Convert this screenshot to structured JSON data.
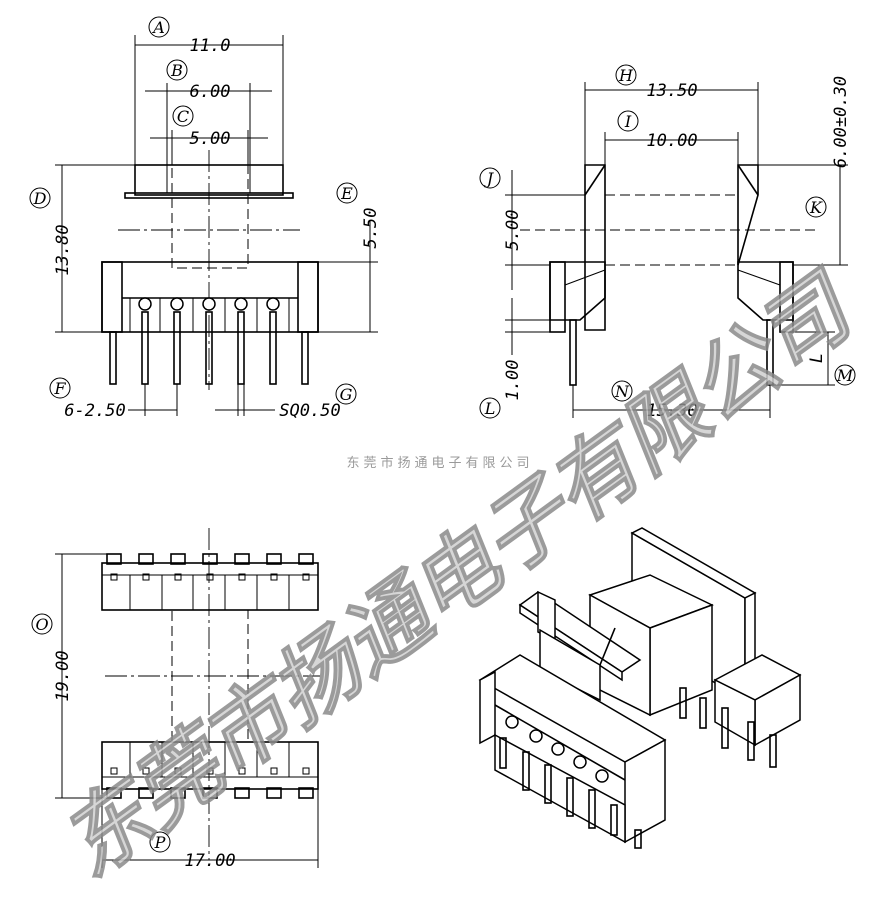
{
  "watermark": {
    "diagonal": "东莞市扬通电子有限公司",
    "center": "东莞市扬通电子有限公司"
  },
  "labels": {
    "A": "A",
    "B": "B",
    "C": "C",
    "D": "D",
    "E": "E",
    "F": "F",
    "G": "G",
    "H": "H",
    "I": "I",
    "J": "J",
    "K": "K",
    "L": "L",
    "M": "M",
    "N": "N",
    "O": "O",
    "P": "P"
  },
  "dims": {
    "a": "11.0",
    "b": "6.00",
    "c": "5.00",
    "d": "13.80",
    "e": "5.50",
    "f": "6-2.50",
    "g": "SQ0.50",
    "h": "13.50",
    "i": "10.00",
    "j": "5.00",
    "k": "6.00±0.30",
    "l": "1.00",
    "m": "L",
    "n": "15.30",
    "o": "19.00",
    "p": "17.00"
  }
}
